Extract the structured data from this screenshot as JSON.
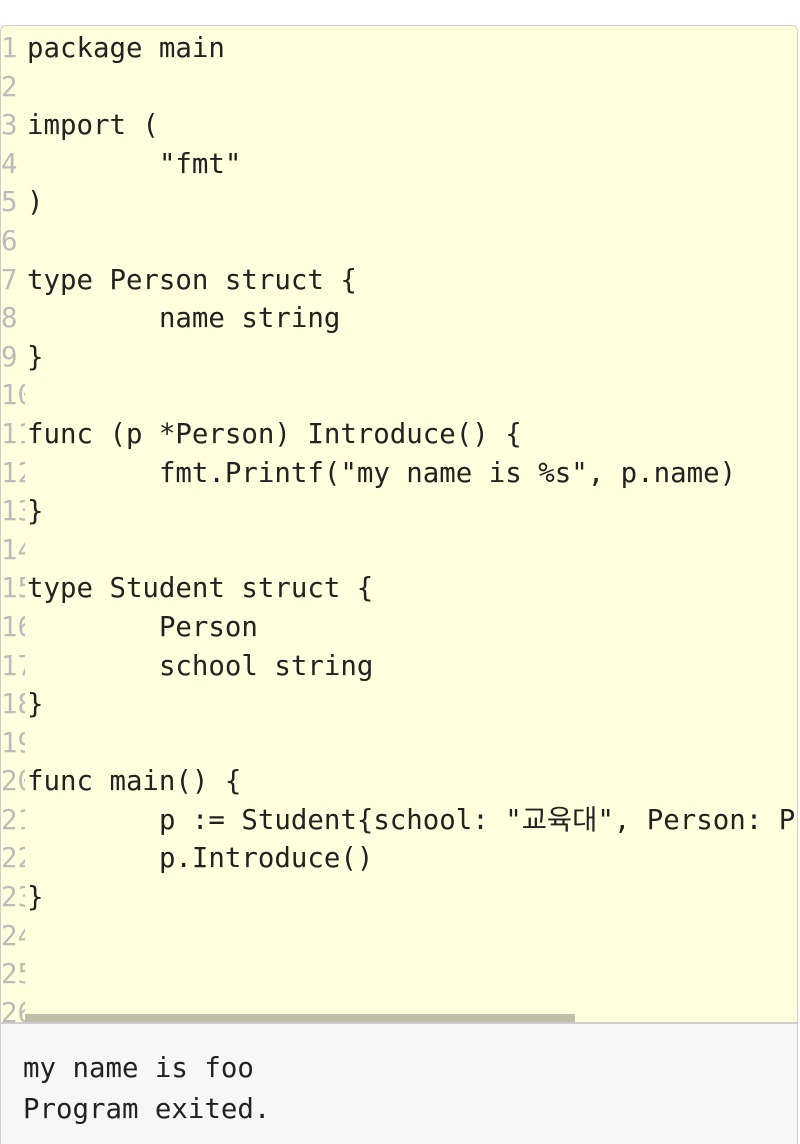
{
  "editor": {
    "lines": [
      "package main",
      "",
      "import (",
      "\t\"fmt\"",
      ")",
      "",
      "type Person struct {",
      "\tname string",
      "}",
      "",
      "func (p *Person) Introduce() {",
      "\tfmt.Printf(\"my name is %s\", p.name)",
      "}",
      "",
      "type Student struct {",
      "\tPerson",
      "\tschool string",
      "}",
      "",
      "func main() {",
      "\tp := Student{school: \"교육대\", Person: P",
      "\tp.Introduce()",
      "}",
      "",
      "",
      ""
    ]
  },
  "output": {
    "lines": [
      "my name is foo",
      "Program exited."
    ]
  }
}
